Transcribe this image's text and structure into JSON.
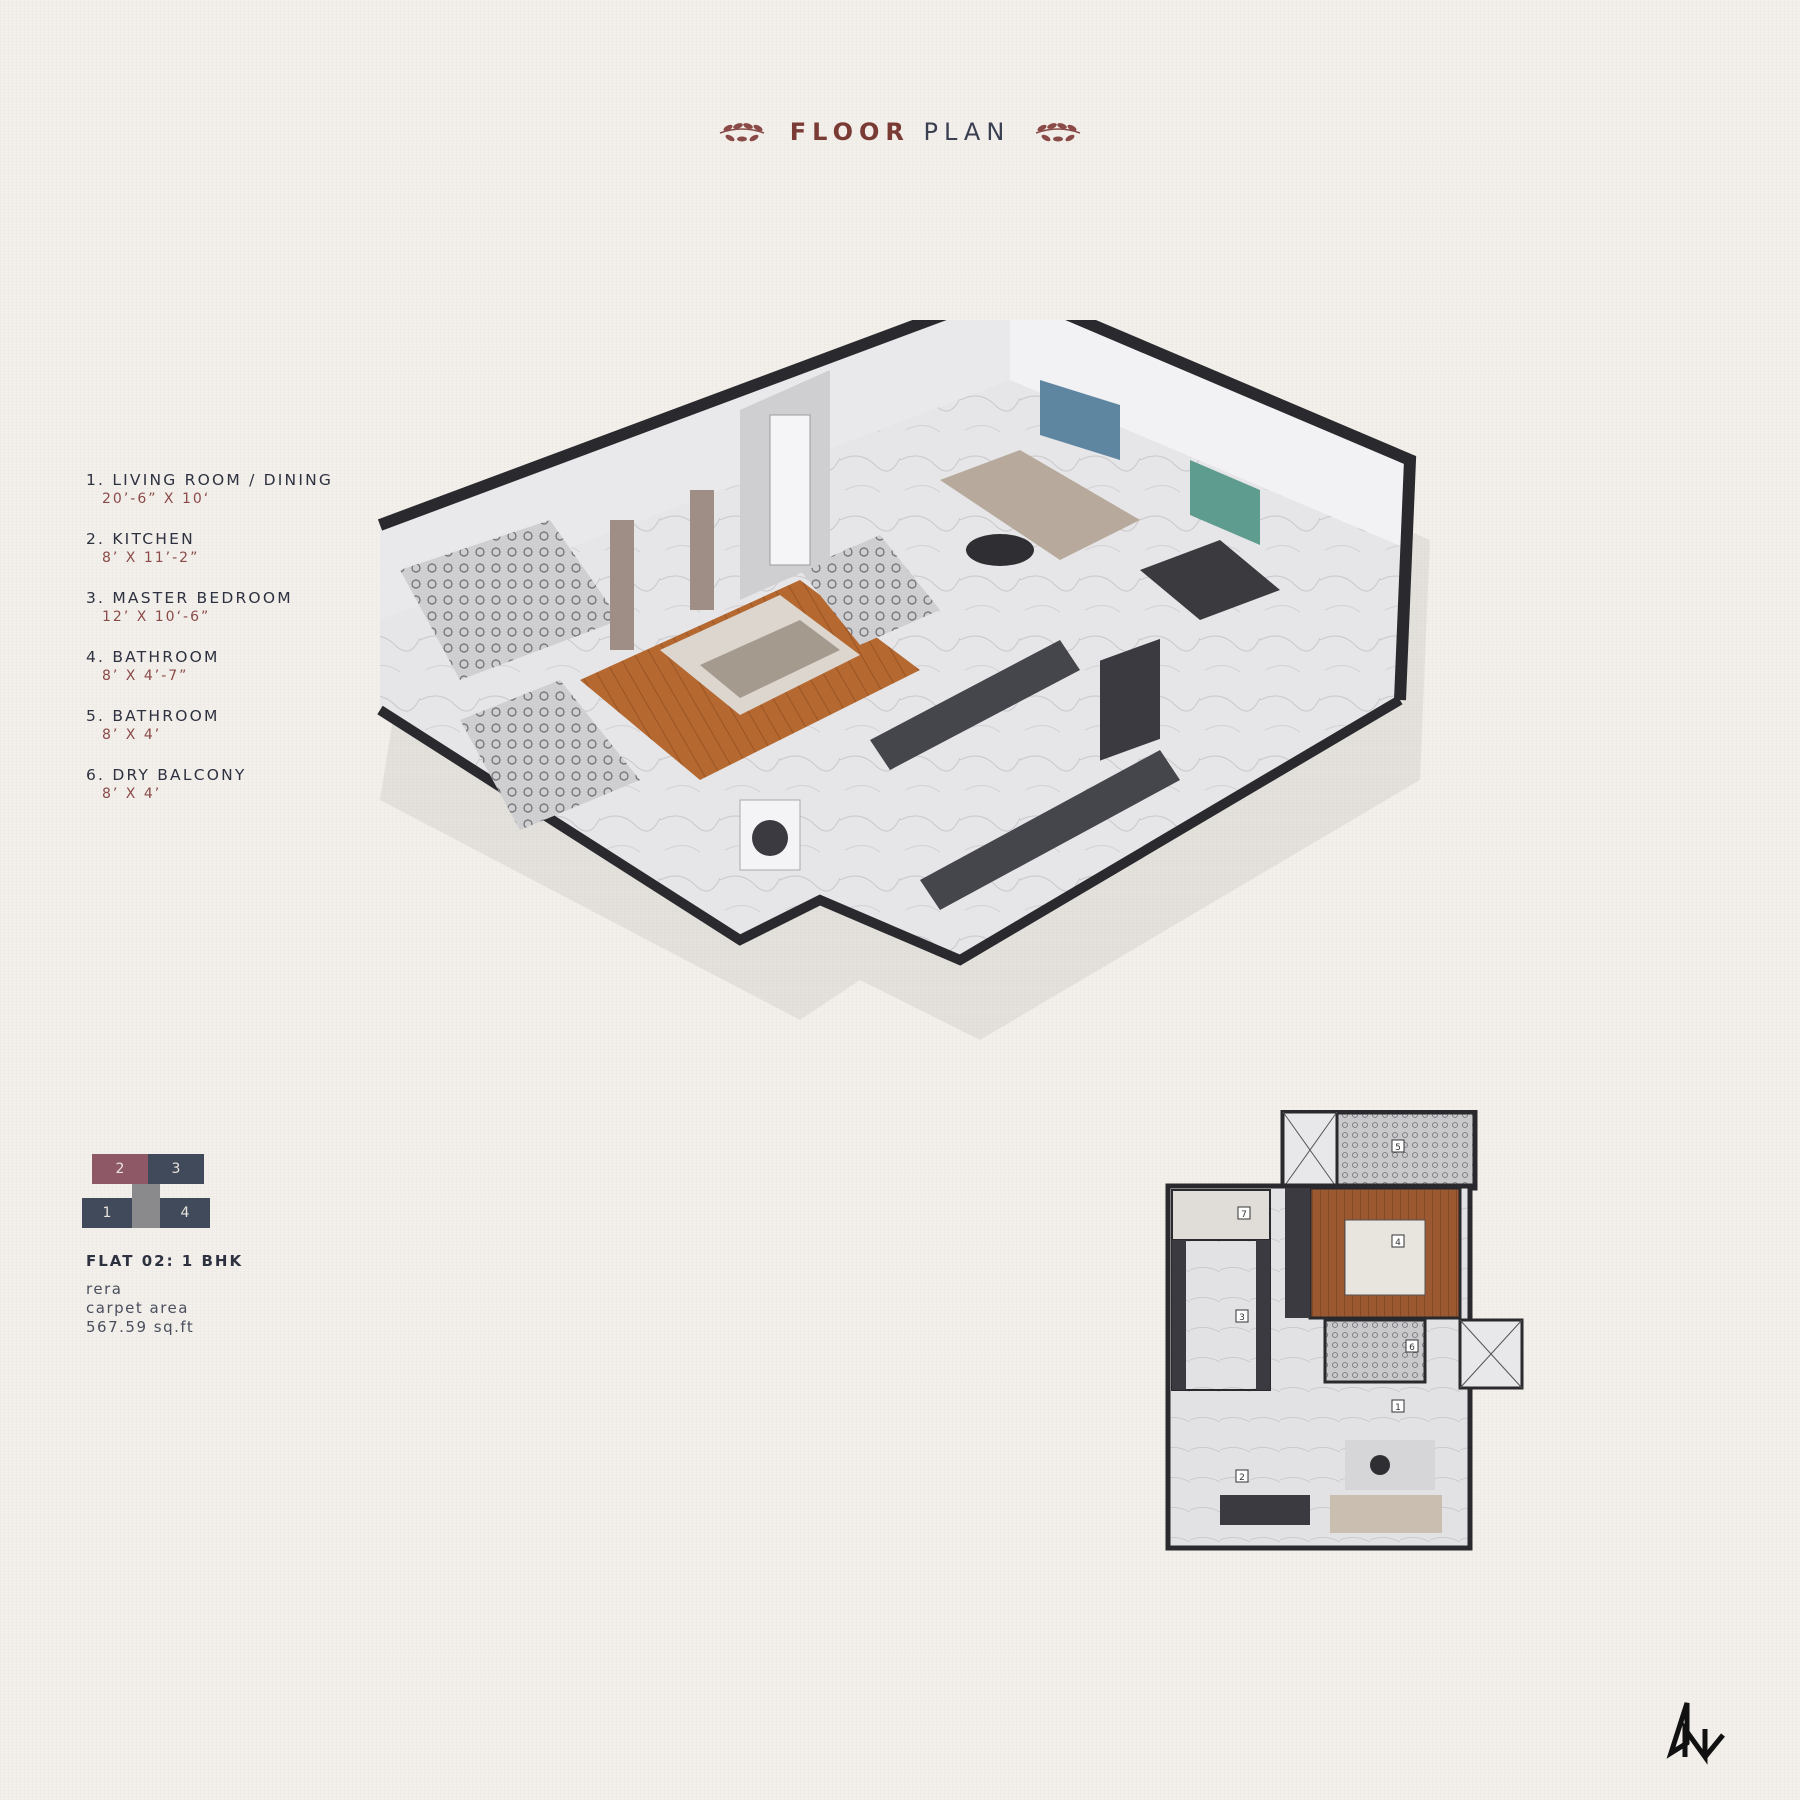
{
  "header": {
    "title_accent": "FLOOR",
    "title_rest": "PLAN"
  },
  "legend": {
    "items": [
      {
        "label": "1. LIVING ROOM / DINING",
        "dimension": "20’-6” X 10‘"
      },
      {
        "label": "2. KITCHEN",
        "dimension": "8’ X 11’-2”"
      },
      {
        "label": "3. MASTER BEDROOM",
        "dimension": "12’ X 10‘-6”"
      },
      {
        "label": "4. BATHROOM",
        "dimension": "8’ X 4’-7”"
      },
      {
        "label": "5. BATHROOM",
        "dimension": "8’ X 4’"
      },
      {
        "label": "6. DRY BALCONY",
        "dimension": "8’ X 4’"
      }
    ]
  },
  "key_plan": {
    "blocks": [
      "2",
      "3",
      "1",
      "4"
    ],
    "colors": {
      "highlight": "#8f5866",
      "dark": "#404a5a",
      "middle": "#8a8a8c"
    }
  },
  "flat": {
    "title": "FLAT 02: 1 BHK",
    "rera": "rera",
    "area_label": "carpet area",
    "area_value": "567.59 sq.ft"
  },
  "plan2d": {
    "room_numbers": [
      "7",
      "5",
      "3",
      "4",
      "6",
      "1",
      "2"
    ]
  },
  "icons": {
    "title_ornament": "laurel-icon",
    "north": "north-arrow-icon"
  },
  "colors": {
    "title_accent": "#7a3b35",
    "text": "#2d3140",
    "dimension": "#8a4a48",
    "wall": "#2a2a2e",
    "floor_wood": "#b5682f",
    "marble": "#e4e4e6"
  }
}
